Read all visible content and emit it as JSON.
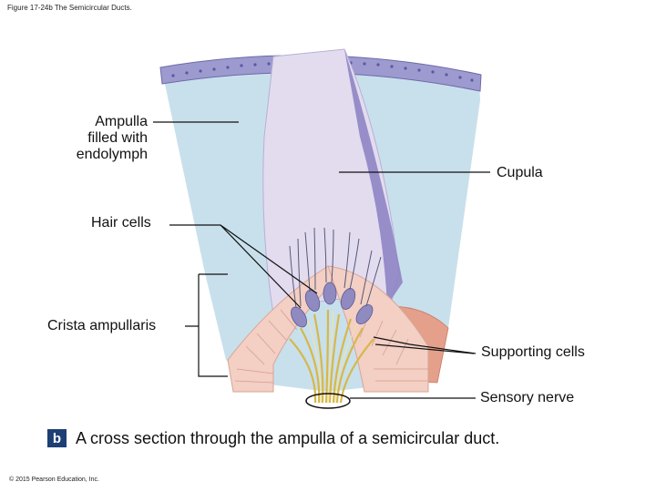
{
  "figure_title": "Figure 17-24b The Semicircular Ducts.",
  "labels": {
    "ampulla": "Ampulla\nfilled with\nendolymph",
    "cupula": "Cupula",
    "hair_cells": "Hair cells",
    "crista": "Crista ampullaris",
    "supporting": "Supporting cells",
    "sensory": "Sensory nerve"
  },
  "caption": {
    "badge": "b",
    "text": "A cross section through the ampulla of a semicircular duct."
  },
  "copyright": "© 2015 Pearson Education, Inc.",
  "colors": {
    "endolymph": "#c8e0ec",
    "cupula": "#e2dcee",
    "cupula_edge": "#8f84c4",
    "epithelium": "#f3cfc4",
    "nerve": "#e2c96a",
    "badge": "#1e3f73"
  }
}
